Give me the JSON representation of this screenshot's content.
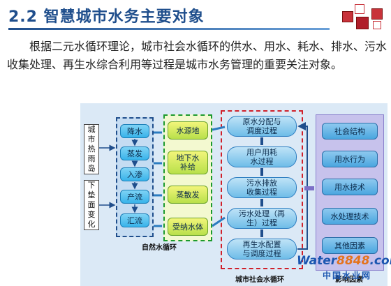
{
  "header": {
    "title": "2.2  智慧城市水务主要对象"
  },
  "paragraph": "根据二元水循环理论，城市社会水循环的供水、用水、耗水、排水、污水收集处理、再生水综合利用等过程是城市水务管理的重要关注对象。",
  "diagram": {
    "left_labels": [
      "城\n市\n热\n雨\n岛",
      "下\n垫\n面\n变\n化"
    ],
    "natural_steps": [
      "降水",
      "蒸发",
      "入渗",
      "产流",
      "汇流"
    ],
    "water_bodies": [
      "水源地",
      "地下水\n补给",
      "蒸散发",
      "受纳水体"
    ],
    "natural_caption": "自然水循环",
    "social_steps": [
      "原水分配与\n调度过程",
      "用户用耗\n水过程",
      "污水排放\n收集过程",
      "污水处理（再\n生）过程",
      "再生水配置\n与调度过程"
    ],
    "social_caption": "城市社会水循环",
    "factors": [
      "社会结构",
      "用水行为",
      "用水技术",
      "水处理技术",
      "其他因素"
    ],
    "factors_caption": "影响因素"
  },
  "watermark": {
    "water": "Water",
    "num": "8848",
    "dotcom": ".com",
    "cn": "中国水业网"
  },
  "colors": {
    "title": "#1f4e8c",
    "natural_border": "#1f4e8c",
    "social_border": "#d0202a",
    "water_border": "#1c9a2c"
  }
}
